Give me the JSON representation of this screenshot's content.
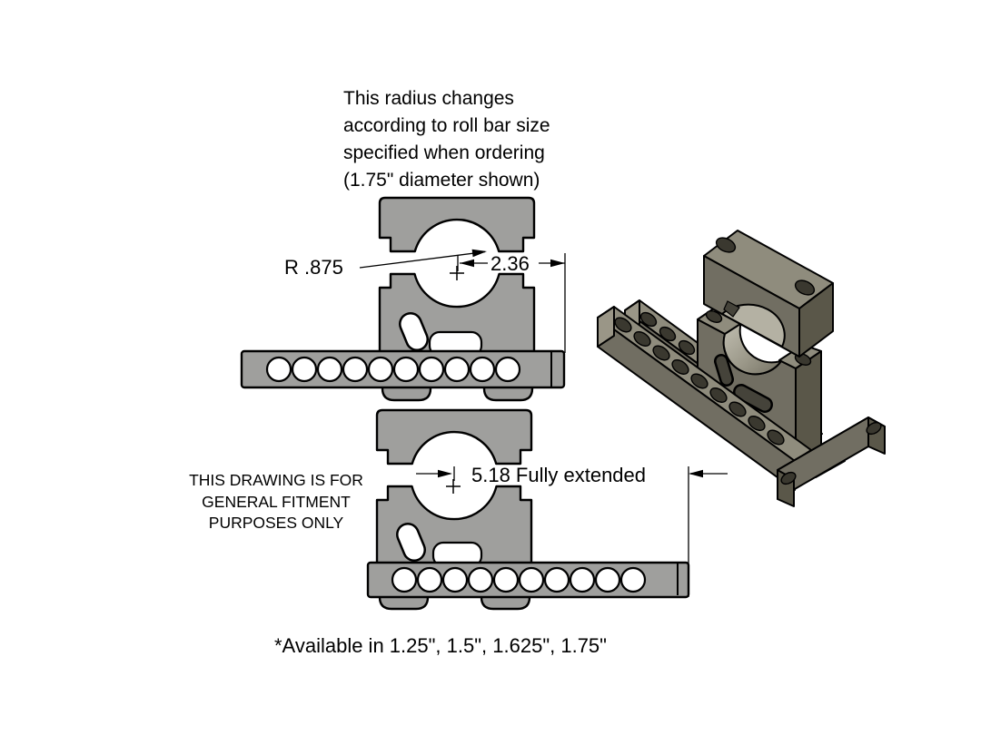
{
  "annotations": {
    "radius_note_lines": [
      "This radius changes",
      "according to roll bar size",
      "specified when ordering",
      "(1.75\" diameter shown)"
    ],
    "fitment_note_lines": [
      "THIS DRAWING IS FOR",
      "GENERAL FITMENT",
      "PURPOSES ONLY"
    ],
    "availability_note": "*Available in 1.25\", 1.5\", 1.625\", 1.75\""
  },
  "dimensions": {
    "radius": "R .875",
    "width": "2.36",
    "extended": "5.18 Fully extended"
  },
  "views": {
    "front_retracted": {
      "bar_holes": 10
    },
    "front_extended": {
      "bar_holes": 10
    },
    "isometric": {
      "description": "roll bar clamp assembly"
    }
  },
  "colors": {
    "background": "#ffffff",
    "part_fill": "#9f9f9d",
    "outline": "#000000",
    "iso_top": "#8f8c7d",
    "iso_front": "#716e62",
    "iso_side": "#5a5749",
    "iso_hole": "#3a382f",
    "iso_bore": "#b4b1a3"
  }
}
